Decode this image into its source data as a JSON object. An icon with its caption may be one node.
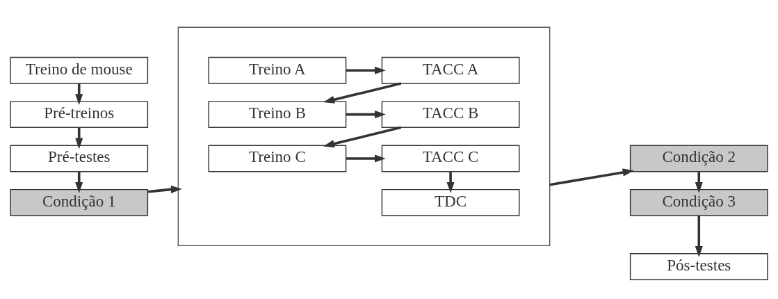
{
  "diagram": {
    "nodes": [
      {
        "text": [
          "Treino de mouse"
        ]
      },
      {
        "text": [
          "Pré-treinos"
        ]
      },
      {
        "text": [
          "Pré-testes"
        ]
      },
      {
        "text": [
          "Condição 1"
        ]
      },
      {
        "text": [],
        "shape": "box"
      },
      {
        "text": [
          "Treino A"
        ],
        "in": 4
      },
      {
        "text": [
          "TACC A"
        ],
        "in": 4
      },
      {
        "text": [
          "Treino B"
        ],
        "in": 4
      },
      {
        "text": [
          "TACC B"
        ],
        "in": 4
      },
      {
        "text": [
          "Treino C"
        ],
        "in": 4
      },
      {
        "text": [
          "TACC C"
        ],
        "in": 4
      },
      {
        "text": [
          "TDC"
        ],
        "in": 4
      },
      {
        "text": [
          "Condição 2"
        ]
      },
      {
        "text": [
          "Condição 3"
        ]
      },
      {
        "text": [
          "Pós-testes"
        ]
      }
    ],
    "edges": [
      {
        "from": 0,
        "to": 1,
        "arrow": "to"
      },
      {
        "from": 1,
        "to": 2,
        "arrow": "to"
      },
      {
        "from": 2,
        "to": 3,
        "arrow": "to"
      },
      {
        "from": 3,
        "to": 4,
        "arrow": "to"
      },
      {
        "from": 5,
        "to": 6,
        "arrow": "to"
      },
      {
        "from": 6,
        "to": 7,
        "arrow": "to"
      },
      {
        "from": 7,
        "to": 8,
        "arrow": "to"
      },
      {
        "from": 8,
        "to": 9,
        "arrow": "to"
      },
      {
        "from": 9,
        "to": 10,
        "arrow": "to"
      },
      {
        "from": 10,
        "to": 11,
        "arrow": "to"
      },
      {
        "from": 4,
        "to": 12,
        "arrow": "to"
      },
      {
        "from": 12,
        "to": 13,
        "arrow": "to"
      },
      {
        "from": 13,
        "to": 14,
        "arrow": "to"
      }
    ]
  }
}
